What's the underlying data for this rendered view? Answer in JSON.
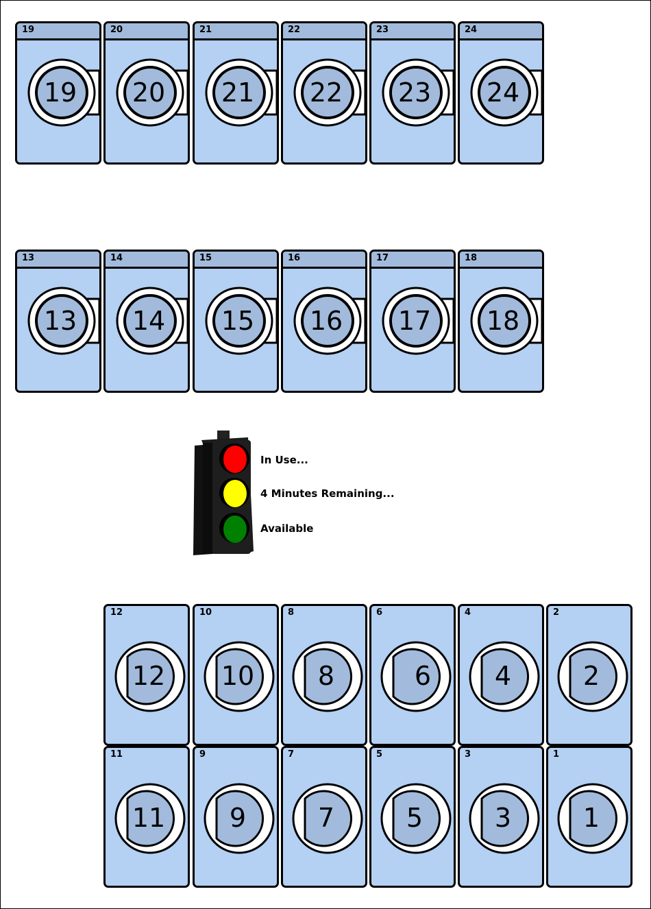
{
  "dryers_top_row": [
    {
      "number": "19",
      "door_label": "19"
    },
    {
      "number": "20",
      "door_label": "20"
    },
    {
      "number": "21",
      "door_label": "21"
    },
    {
      "number": "22",
      "door_label": "22"
    },
    {
      "number": "23",
      "door_label": "23"
    },
    {
      "number": "24",
      "door_label": "24"
    }
  ],
  "dryers_middle_row": [
    {
      "number": "13",
      "door_label": "13"
    },
    {
      "number": "14",
      "door_label": "14"
    },
    {
      "number": "15",
      "door_label": "15"
    },
    {
      "number": "16",
      "door_label": "16"
    },
    {
      "number": "17",
      "door_label": "17"
    },
    {
      "number": "18",
      "door_label": "18"
    }
  ],
  "washers_upper_row": [
    {
      "number": "12",
      "door_label": "12"
    },
    {
      "number": "10",
      "door_label": "10"
    },
    {
      "number": "8",
      "door_label": "8"
    },
    {
      "number": "6",
      "door_label": "6"
    },
    {
      "number": "4",
      "door_label": "4"
    },
    {
      "number": "2",
      "door_label": "2"
    }
  ],
  "washers_lower_row": [
    {
      "number": "11",
      "door_label": "11"
    },
    {
      "number": "9",
      "door_label": "9"
    },
    {
      "number": "7",
      "door_label": "7"
    },
    {
      "number": "5",
      "door_label": "5"
    },
    {
      "number": "3",
      "door_label": "3"
    },
    {
      "number": "1",
      "door_label": "1"
    }
  ],
  "legend": {
    "in_use": "In Use...",
    "minutes_remaining": "4 Minutes Remaining...",
    "available": "Available"
  },
  "colors": {
    "machine_body": "#b4d0f3",
    "machine_top": "#a2bbdc",
    "door_glass": "#a2bbdc",
    "red_light": "#ff0000",
    "yellow_light": "#ffff00",
    "green_light": "#008000"
  }
}
